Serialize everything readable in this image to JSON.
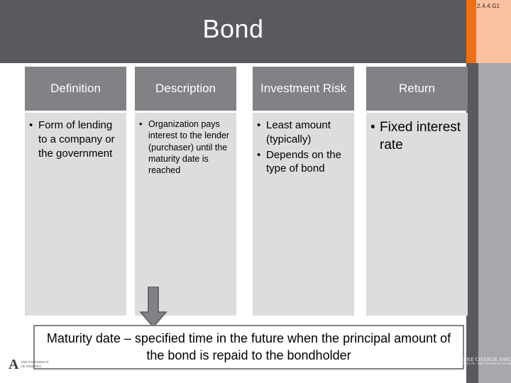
{
  "slide": {
    "title": "Bond",
    "corner_code": "2.4.4.G1",
    "colors": {
      "banner": "#595A5E",
      "accent_orange": "#EE7012",
      "peach": "#FBC2A0",
      "header_gray": "#808285",
      "body_gray": "#DCDDDF",
      "right_panel_gray": "#A6A8AB",
      "text_dark": "#000000",
      "text_light": "#FFFFFF"
    }
  },
  "table": {
    "columns": [
      {
        "header": "Definition",
        "bullets": [
          "Form of lending to a company or the government"
        ],
        "text_size": "large"
      },
      {
        "header": "Description",
        "bullets": [
          "Organization pays interest to the lender (purchaser) until the maturity date is reached"
        ],
        "text_size": "small"
      },
      {
        "header": "Investment Risk",
        "bullets": [
          "Least amount (typically)",
          "Depends on the type of bond"
        ],
        "text_size": "large"
      },
      {
        "header": "Return",
        "bullets": [
          "Fixed interest rate"
        ],
        "text_size": "extra-large"
      }
    ]
  },
  "callout": {
    "text": "Maturity date – specified time in the future when the principal amount of the bond is repaid to the bondholder"
  },
  "logos": {
    "left": {
      "mark": "A",
      "line1": "THE UNIVERSITY",
      "line2": "OF ARIZONA"
    },
    "right": {
      "main": "TAKE CHARGE AMERICA",
      "sub": "INSTITUTE · THE UNIVERSITY OF ARIZONA"
    }
  }
}
